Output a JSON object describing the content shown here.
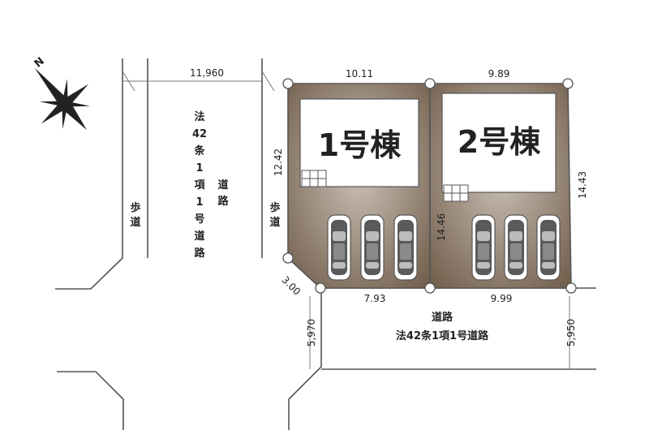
{
  "compass": {
    "north_label": "N",
    "icon": "compass-rose-icon"
  },
  "west_road": {
    "width": "11,960",
    "name_col1": [
      "法",
      "42",
      "条",
      "1",
      "項",
      "1",
      "号",
      "道",
      "路"
    ],
    "name_col2": [
      "道",
      "路"
    ],
    "sidewalk_left": [
      "歩",
      "道"
    ],
    "sidewalk_right": [
      "歩",
      "道"
    ]
  },
  "south_road": {
    "name_line1": "道路",
    "name_line2": "法42条1項1号道路",
    "width_left": "5,970",
    "width_right": "5,950"
  },
  "dimensions": {
    "top_left": "10.11",
    "top_right": "9.89",
    "west_side": "12.42",
    "corner_cut": "3.00",
    "bottom_left": "7.93",
    "bottom_right": "9.99",
    "middle": "14.46",
    "east_side": "14.43"
  },
  "lots": [
    {
      "label": "1号棟",
      "parking_count": 3
    },
    {
      "label": "2号棟",
      "parking_count": 3
    }
  ],
  "colors": {
    "lot_fill_dark": "#6e5a48",
    "lot_fill_light": "#c9bfb3",
    "outline": "#555555"
  }
}
